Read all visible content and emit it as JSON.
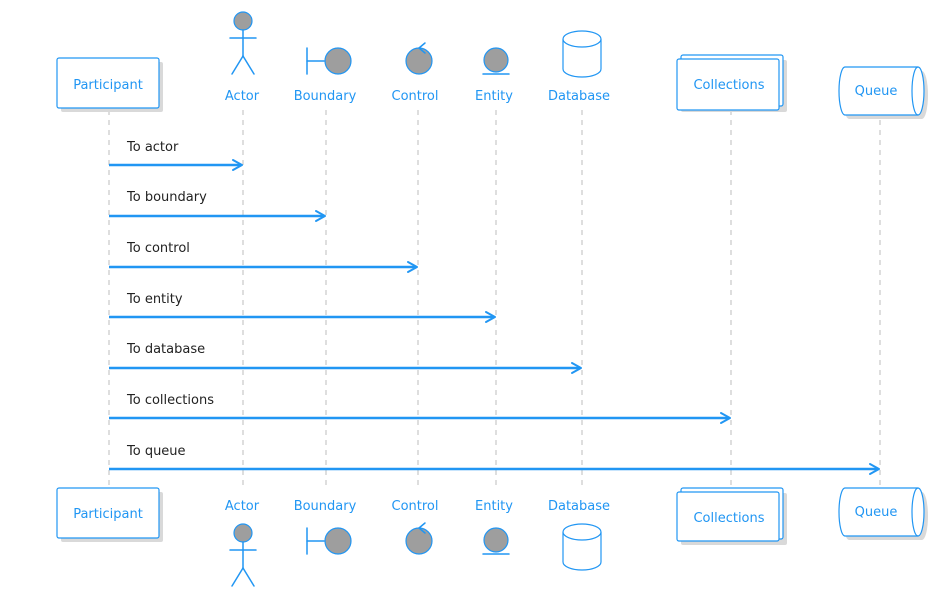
{
  "participants": {
    "participant": "Participant",
    "actor": "Actor",
    "boundary": "Boundary",
    "control": "Control",
    "entity": "Entity",
    "database": "Database",
    "collections": "Collections",
    "queue": "Queue"
  },
  "messages": [
    {
      "label": "To actor"
    },
    {
      "label": "To boundary"
    },
    {
      "label": "To control"
    },
    {
      "label": "To entity"
    },
    {
      "label": "To database"
    },
    {
      "label": "To collections"
    },
    {
      "label": "To queue"
    }
  ],
  "colors": {
    "accent": "#2196f3",
    "lifeline": "#bdbdbd",
    "icon_fill": "#9e9e9e",
    "text": "#222222"
  }
}
